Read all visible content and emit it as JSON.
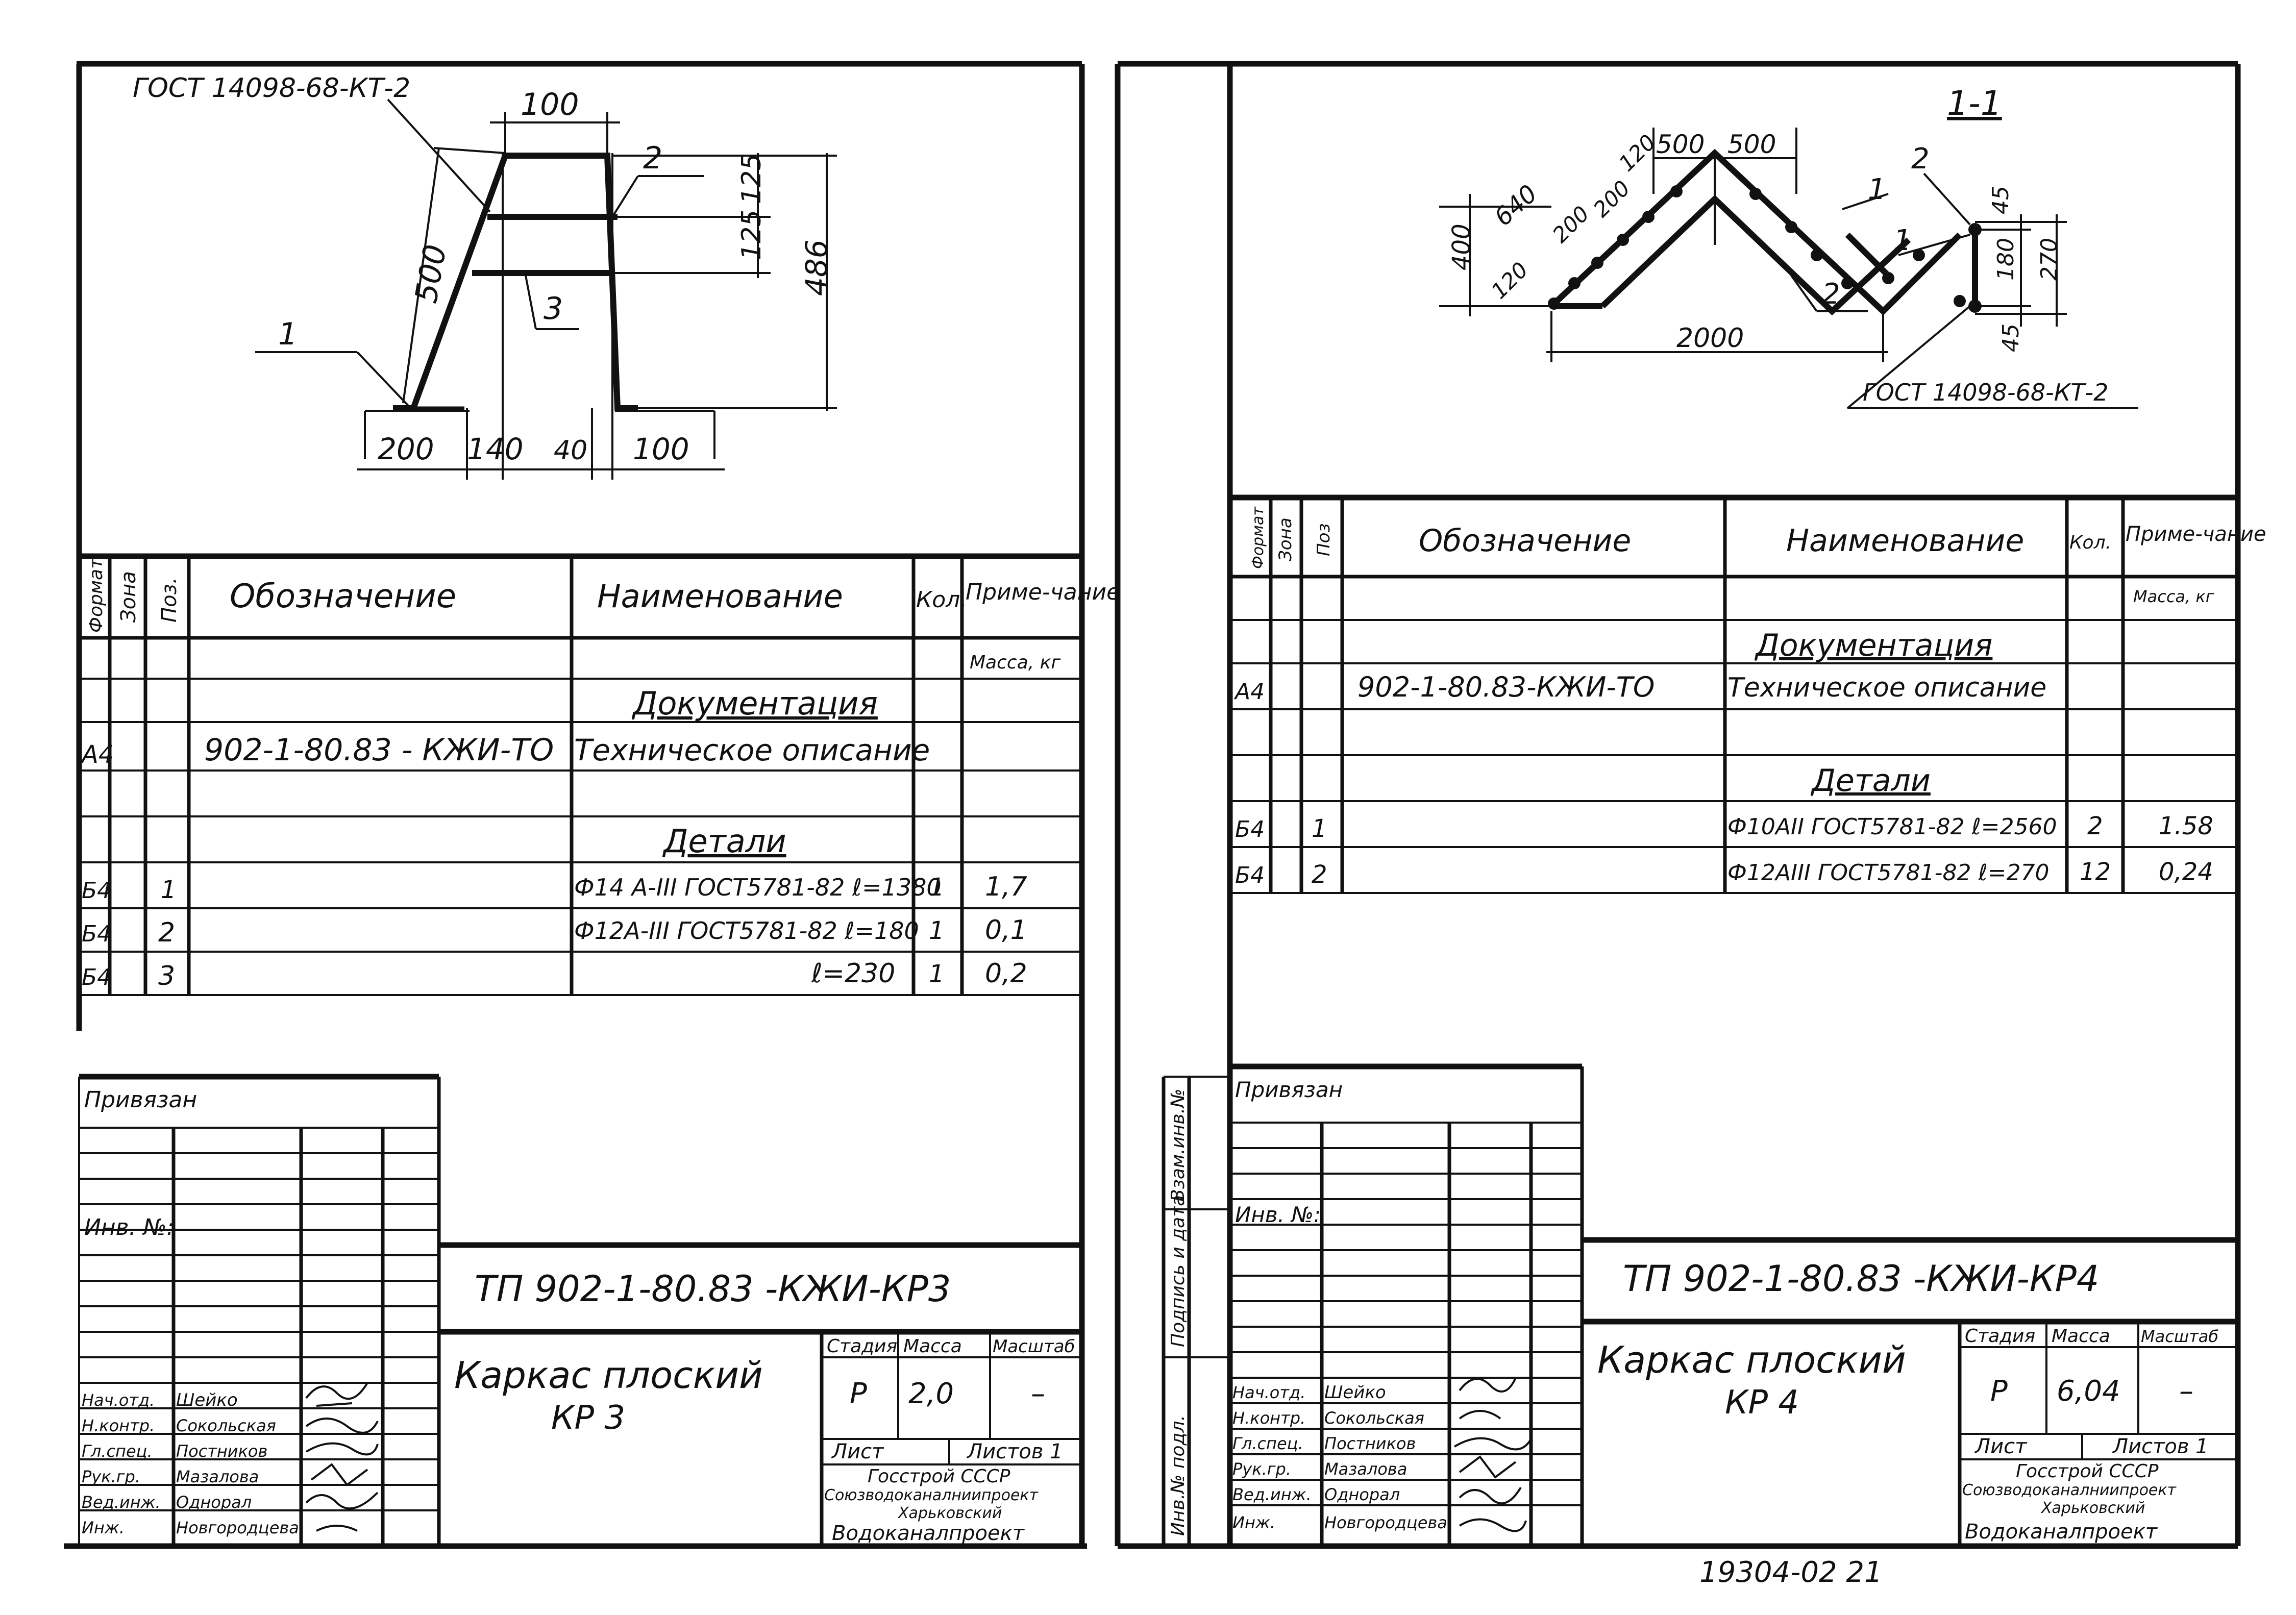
{
  "left_sheet": {
    "drawing": {
      "weld_ref": "ГОСТ 14098-68-КТ-2",
      "dims": {
        "top": "100",
        "diag": "500",
        "v1": "125",
        "v2": "125",
        "total": "486",
        "b1": "200",
        "b2": "140",
        "b3": "40",
        "b4": "100"
      },
      "callouts": [
        "1",
        "2",
        "3"
      ]
    },
    "spec": {
      "headers": {
        "format": "Формат",
        "zone": "Зона",
        "pos": "Поз.",
        "designation": "Обозначение",
        "name": "Наименование",
        "qty": "Кол.",
        "note": "Приме-чание"
      },
      "mass_label": "Масса, кг",
      "doc_heading": "Документация",
      "doc_row": {
        "format": "А4",
        "designation": "902-1-80.83 - КЖИ-ТО",
        "name": "Техническое описание"
      },
      "parts_heading": "Детали",
      "rows": [
        {
          "format": "Б4",
          "pos": "1",
          "name": "Ф14 А-III ГОСТ5781-82 ℓ=1380",
          "qty": "1",
          "mass": "1,7"
        },
        {
          "format": "Б4",
          "pos": "2",
          "name": "Ф12А-III ГОСТ5781-82 ℓ=180",
          "qty": "1",
          "mass": "0,1"
        },
        {
          "format": "Б4",
          "pos": "3",
          "name": "ℓ=230",
          "qty": "1",
          "mass": "0,2"
        }
      ]
    },
    "title_block": {
      "bound": "Привязан",
      "inv": "Инв. №:",
      "code": "ТП 902-1-80.83  -КЖИ-КР3",
      "title_line1": "Каркас плоский",
      "title_line2": "КР 3",
      "stage_h": "Стадия",
      "mass_h": "Масса",
      "scale_h": "Масштаб",
      "stage": "Р",
      "mass": "2,0",
      "scale": "–",
      "sheet_h": "Лист",
      "sheets_h": "Листов 1",
      "org1": "Госстрой СССР",
      "org2": "Союзводоканалниипроект",
      "org3": "Харьковский",
      "org4": "Водоканалпроект",
      "staff": [
        {
          "role": "Нач.отд.",
          "name": "Шейко"
        },
        {
          "role": "Н.контр.",
          "name": "Сокольская"
        },
        {
          "role": "Гл.спец.",
          "name": "Постников"
        },
        {
          "role": "Рук.гр.",
          "name": "Мазалова"
        },
        {
          "role": "Вед.инж.",
          "name": "Однорал"
        },
        {
          "role": "Инж.",
          "name": "Новгородцева"
        }
      ]
    }
  },
  "right_sheet": {
    "section": "1-1",
    "drawing": {
      "weld_ref": "ГОСТ 14098-68-КТ-2",
      "dims": {
        "d640": "640",
        "d200a": "200",
        "d200b": "200",
        "d120a": "120",
        "d120b": "120",
        "d500a": "500",
        "d500b": "500",
        "d400": "400",
        "d2000": "2000",
        "d45a": "45",
        "d180": "180",
        "d270": "270",
        "d45b": "45"
      },
      "callouts": [
        "1",
        "2",
        "1",
        "2"
      ]
    },
    "spec": {
      "headers": {
        "format": "Формат",
        "zone": "Зона",
        "pos": "Поз",
        "designation": "Обозначение",
        "name": "Наименование",
        "qty": "Кол.",
        "note": "Приме-чание"
      },
      "mass_label": "Масса, кг",
      "doc_heading": "Документация",
      "doc_row": {
        "format": "А4",
        "designation": "902-1-80.83-КЖИ-ТО",
        "name": "Техническое описание"
      },
      "parts_heading": "Детали",
      "rows": [
        {
          "format": "Б4",
          "pos": "1",
          "name": "Ф10АII ГОСТ5781-82 ℓ=2560",
          "qty": "2",
          "mass": "1.58"
        },
        {
          "format": "Б4",
          "pos": "2",
          "name": "Ф12АIII ГОСТ5781-82 ℓ=270",
          "qty": "12",
          "mass": "0,24"
        }
      ]
    },
    "side_labels": [
      "Взам.инв.№",
      "Подпись и дата",
      "Инв.№ подл."
    ],
    "title_block": {
      "bound": "Привязан",
      "inv": "Инв. №:",
      "code": "ТП 902-1-80.83  -КЖИ-КР4",
      "title_line1": "Каркас плоский",
      "title_line2": "КР 4",
      "stage_h": "Стадия",
      "mass_h": "Масса",
      "scale_h": "Масштаб",
      "stage": "Р",
      "mass": "6,04",
      "scale": "–",
      "sheet_h": "Лист",
      "sheets_h": "Листов 1",
      "org1": "Госстрой СССР",
      "org2": "Союзводоканалниипроект",
      "org3": "Харьковский",
      "org4": "Водоканалпроект",
      "staff": [
        {
          "role": "Нач.отд.",
          "name": "Шейко"
        },
        {
          "role": "Н.контр.",
          "name": "Сокольская"
        },
        {
          "role": "Гл.спец.",
          "name": "Постников"
        },
        {
          "role": "Рук.гр.",
          "name": "Мазалова"
        },
        {
          "role": "Вед.инж.",
          "name": "Однорал"
        },
        {
          "role": "Инж.",
          "name": "Новгородцева"
        }
      ]
    },
    "footer_number": "19304-02  21"
  }
}
